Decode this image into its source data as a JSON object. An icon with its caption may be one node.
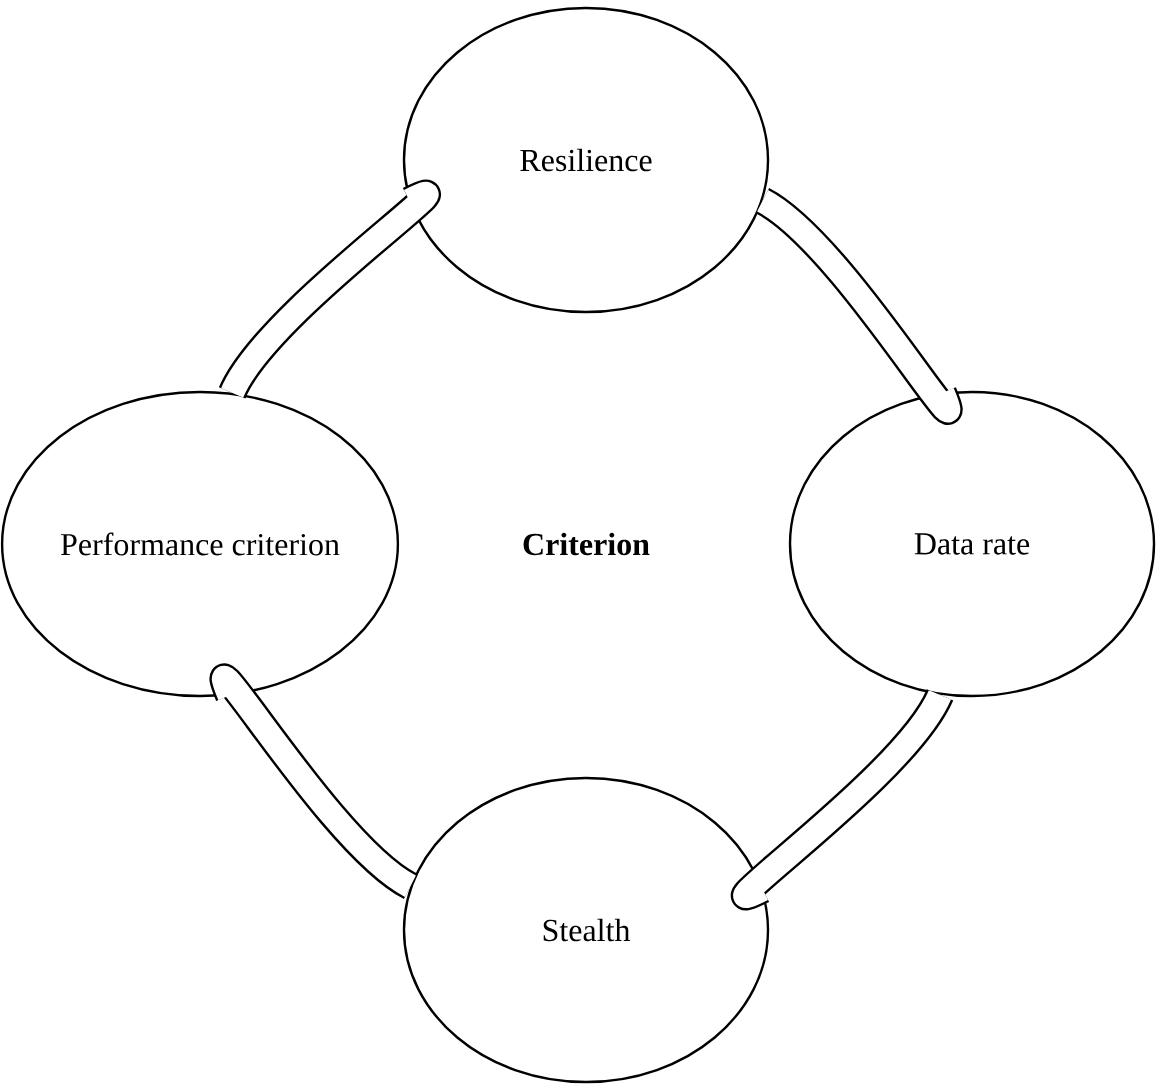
{
  "diagram": {
    "nodes": [
      {
        "text": [
          "Resilience"
        ]
      },
      {
        "text": [
          "Performance criterion"
        ]
      },
      {
        "text": [
          "Data rate"
        ]
      },
      {
        "text": [
          "Stealth"
        ]
      }
    ],
    "edges": [
      {
        "from": 0,
        "to": 2,
        "arrow": "none"
      },
      {
        "from": 2,
        "to": 3,
        "arrow": "none"
      },
      {
        "from": 3,
        "to": 1,
        "arrow": "none"
      },
      {
        "from": 1,
        "to": 0,
        "arrow": "none"
      }
    ],
    "labels": [
      "Criterion"
    ]
  }
}
